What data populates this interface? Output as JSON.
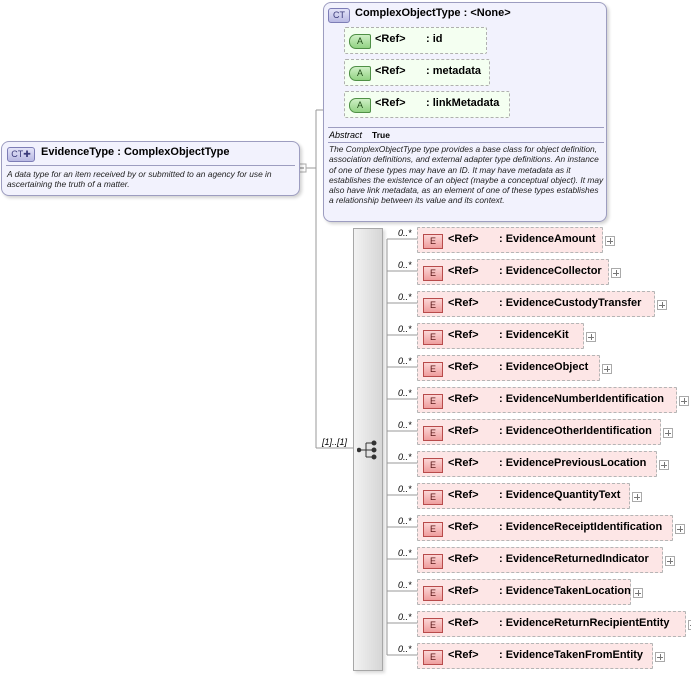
{
  "evidence_type": {
    "badge": "CT",
    "name": "EvidenceType",
    "base": ": ComplexObjectType",
    "doc": "A data type for an item received by or submitted to an agency for use in ascertaining the truth of a matter."
  },
  "complex_object_type": {
    "badge": "CT",
    "name": "ComplexObjectType",
    "base": ": <None>",
    "abstract_label": "Abstract",
    "abstract_value": "True",
    "doc": "The ComplexObjectType type provides a base class for object definition, association definitions, and external adapter type definitions. An instance of one of these types may have an ID. It may have metadata as it establishes the existence of an object (maybe a conceptual object). It may also have link metadata, as an element of one of these types establishes a relationship between its value and its context.",
    "attributes": [
      {
        "badge": "A",
        "ref": "<Ref>",
        "name": ": id"
      },
      {
        "badge": "A",
        "ref": "<Ref>",
        "name": ": metadata"
      },
      {
        "badge": "A",
        "ref": "<Ref>",
        "name": ": linkMetadata"
      }
    ]
  },
  "sequence": {
    "multiplicity": "[1]..[1]",
    "icon": "sequence-icon"
  },
  "elements": [
    {
      "badge": "E",
      "ref": "<Ref>",
      "name": ": EvidenceAmount",
      "mult": "0..*"
    },
    {
      "badge": "E",
      "ref": "<Ref>",
      "name": ": EvidenceCollector",
      "mult": "0..*"
    },
    {
      "badge": "E",
      "ref": "<Ref>",
      "name": ": EvidenceCustodyTransfer",
      "mult": "0..*"
    },
    {
      "badge": "E",
      "ref": "<Ref>",
      "name": ": EvidenceKit",
      "mult": "0..*"
    },
    {
      "badge": "E",
      "ref": "<Ref>",
      "name": ": EvidenceObject",
      "mult": "0..*"
    },
    {
      "badge": "E",
      "ref": "<Ref>",
      "name": ": EvidenceNumberIdentification",
      "mult": "0..*"
    },
    {
      "badge": "E",
      "ref": "<Ref>",
      "name": ": EvidenceOtherIdentification",
      "mult": "0..*"
    },
    {
      "badge": "E",
      "ref": "<Ref>",
      "name": ": EvidencePreviousLocation",
      "mult": "0..*"
    },
    {
      "badge": "E",
      "ref": "<Ref>",
      "name": ": EvidenceQuantityText",
      "mult": "0..*"
    },
    {
      "badge": "E",
      "ref": "<Ref>",
      "name": ": EvidenceReceiptIdentification",
      "mult": "0..*"
    },
    {
      "badge": "E",
      "ref": "<Ref>",
      "name": ": EvidenceReturnedIndicator",
      "mult": "0..*"
    },
    {
      "badge": "E",
      "ref": "<Ref>",
      "name": ": EvidenceTakenLocation",
      "mult": "0..*"
    },
    {
      "badge": "E",
      "ref": "<Ref>",
      "name": ": EvidenceReturnRecipientEntity",
      "mult": "0..*"
    },
    {
      "badge": "E",
      "ref": "<Ref>",
      "name": ": EvidenceTakenFromEntity",
      "mult": "0..*"
    }
  ]
}
